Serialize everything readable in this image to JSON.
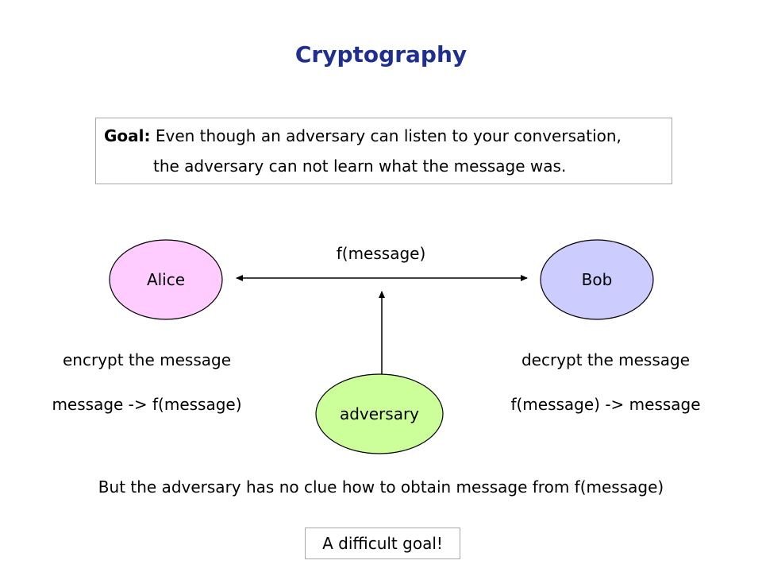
{
  "title": "Cryptography",
  "goal": {
    "label": "Goal:",
    "line1": "Even though an adversary can listen to your conversation,",
    "line2": "the adversary can not learn what the message was."
  },
  "nodes": {
    "alice": {
      "label": "Alice",
      "fill": "#ffccff"
    },
    "bob": {
      "label": "Bob",
      "fill": "#ccccff"
    },
    "adversary": {
      "label": "adversary",
      "fill": "#ccff99"
    }
  },
  "edge_label": "f(message)",
  "left_notes": {
    "line1": "encrypt the message",
    "line2": "message -> f(message)"
  },
  "right_notes": {
    "line1": "decrypt the message",
    "line2": "f(message) -> message"
  },
  "conclusion": "But the adversary has no clue how to obtain message from f(message)",
  "difficult_label": "A difficult goal!",
  "colors": {
    "title": "#1f2f8f",
    "box_border": "#a8a8a8",
    "node_stroke": "#000000"
  }
}
